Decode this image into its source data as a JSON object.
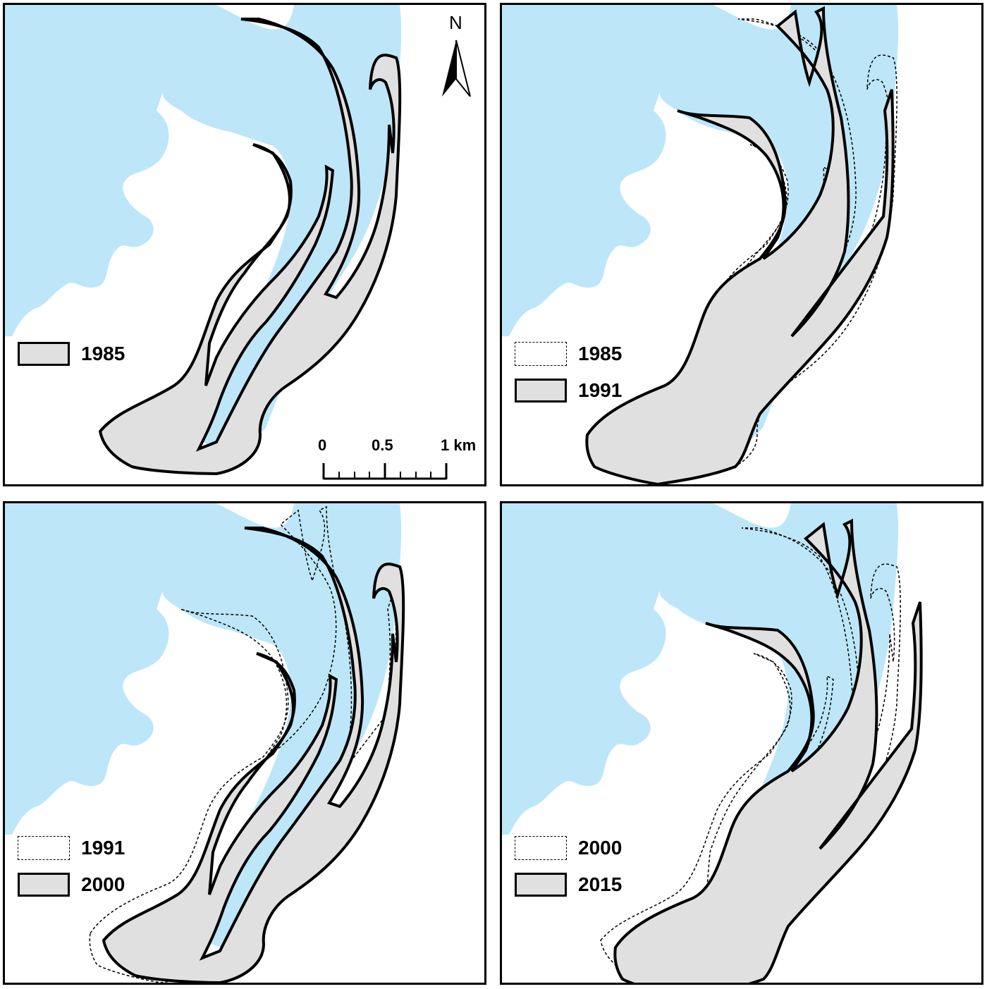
{
  "colors": {
    "water": "#bde7f8",
    "current_bar": "#e0e0e0",
    "outline": "#000000"
  },
  "north_arrow": {
    "icon": "north-arrow-icon",
    "label": "N"
  },
  "scale_bar": {
    "labels": [
      "0",
      "0.5",
      "1 km"
    ]
  },
  "panels": [
    {
      "legend": [
        {
          "label": "1985",
          "style": "solid"
        }
      ]
    },
    {
      "legend": [
        {
          "label": "1985",
          "style": "dashed"
        },
        {
          "label": "1991",
          "style": "solid"
        }
      ]
    },
    {
      "legend": [
        {
          "label": "1991",
          "style": "dashed"
        },
        {
          "label": "2000",
          "style": "solid"
        }
      ]
    },
    {
      "legend": [
        {
          "label": "2000",
          "style": "dashed"
        },
        {
          "label": "2015",
          "style": "solid"
        }
      ]
    }
  ]
}
